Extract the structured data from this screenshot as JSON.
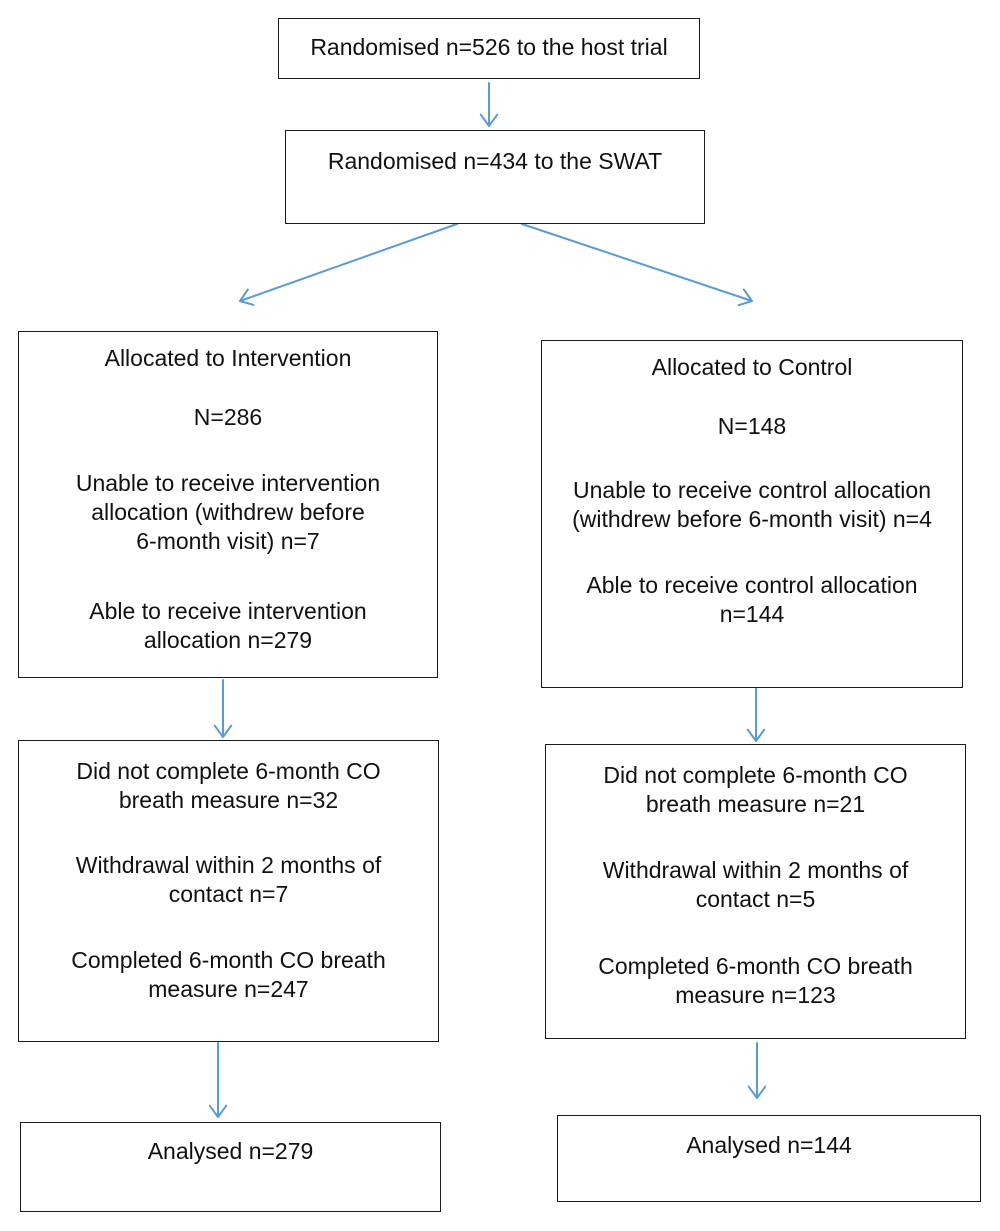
{
  "host_trial": {
    "text": "Randomised n=526 to the host trial"
  },
  "swat": {
    "text": "Randomised n=434 to the SWAT"
  },
  "intervention_allocation": {
    "title": "Allocated to Intervention",
    "n": "N=286",
    "unable_line1": "Unable to receive intervention",
    "unable_line2": "allocation (withdrew before",
    "unable_line3": "6-month visit) n=7",
    "able_line1": "Able to receive intervention",
    "able_line2": "allocation n=279"
  },
  "control_allocation": {
    "title": "Allocated to Control",
    "n": "N=148",
    "unable_line1": "Unable to receive control allocation",
    "unable_line2": "(withdrew before 6-month visit) n=4",
    "able_line1": "Able to receive control allocation",
    "able_line2": "n=144"
  },
  "intervention_followup": {
    "not_completed_line1": "Did not complete 6-month CO",
    "not_completed_line2": "breath measure n=32",
    "withdrawal_line1": "Withdrawal within 2 months of",
    "withdrawal_line2": "contact n=7",
    "completed_line1": "Completed 6-month CO breath",
    "completed_line2": "measure n=247"
  },
  "control_followup": {
    "not_completed_line1": "Did not complete 6-month CO",
    "not_completed_line2": "breath measure n=21",
    "withdrawal_line1": "Withdrawal within 2 months of",
    "withdrawal_line2": "contact n=5",
    "completed_line1": "Completed 6-month CO breath",
    "completed_line2": "measure n=123"
  },
  "intervention_analysed": {
    "text": "Analysed n=279"
  },
  "control_analysed": {
    "text": "Analysed n=144"
  },
  "colors": {
    "arrow": "#5b9bd5",
    "border": "#1a1a1a",
    "text": "#111111"
  }
}
